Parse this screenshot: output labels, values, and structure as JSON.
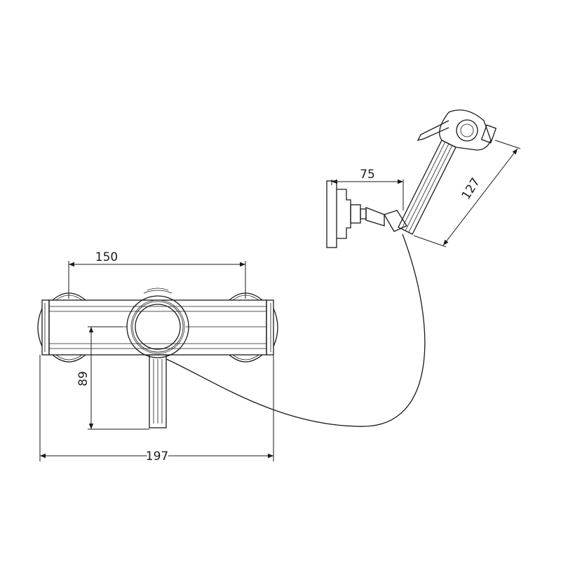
{
  "dimensions": {
    "handle_spacing": "150",
    "overall_width": "197",
    "spout_height": "89",
    "holder_projection": "75",
    "hand_shower_length": "127"
  },
  "colors": {
    "line": "#1a1a1a",
    "background": "#ffffff"
  }
}
